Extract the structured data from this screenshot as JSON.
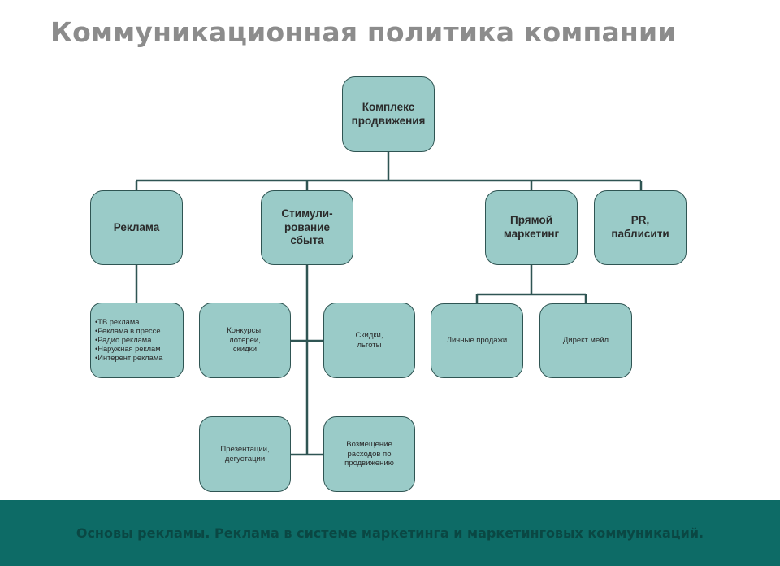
{
  "title": "Коммуникационная политика компании",
  "diagram": {
    "root": "Комплекс\nпродвижения",
    "level1": {
      "advertising": "Реклама",
      "sales_promotion": "Стимули-\nрование\nсбыта",
      "direct_marketing": "Прямой\nмаркетинг",
      "pr": "PR,\nпаблисити"
    },
    "advertising_items": [
      "ТВ реклама",
      "Реклама в прессе",
      "Радио реклама",
      "Наружная реклам",
      "Интерент реклама"
    ],
    "sales_promotion_items": {
      "contests": "Конкурсы,\nлотереи,\nскидки",
      "discounts": "Скидки,\nльготы",
      "presentations": "Презентации,\nдегустации",
      "reimbursement": "Возмещение\nрасходов по\nпродвижению"
    },
    "direct_marketing_items": {
      "personal_sales": "Личные продажи",
      "direct_mail": "Директ мейл"
    }
  },
  "colors": {
    "box_fill": "#9acbc8",
    "box_border": "#2f5553",
    "connector": "#2f5553",
    "title": "#8c8c8c",
    "footer_bg": "#0d6b66",
    "footer_text": "#0a4743"
  },
  "footer": {
    "text": "Основы рекламы. Реклама в системе маркетинга и маркетинговых коммуникаций."
  }
}
